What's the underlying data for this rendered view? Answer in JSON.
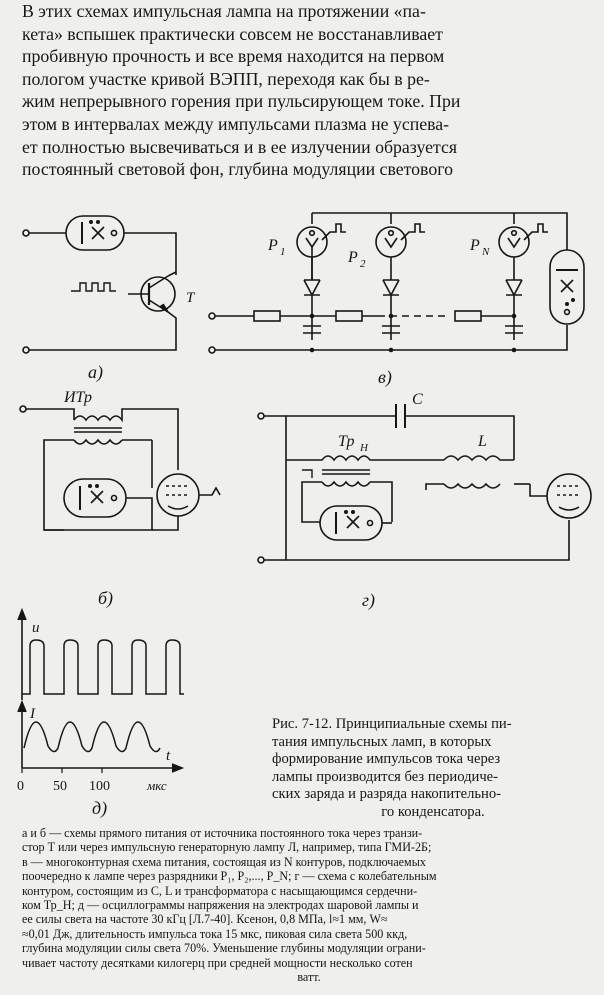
{
  "body_text": {
    "lines": [
      "В этих схемах импульсная лампа на протяжении «па-",
      "кета» вспышек практически совсем не восстанавливает",
      "пробивную прочность и все время находится на первом",
      "пологом участке кривой ВЭПП, переходя как бы в ре-",
      "жим непрерывного горения при пульсирующем токе. При",
      "этом в интервалах между импульсами плазма не успева-",
      "ет полностью высвечиваться и в ее излучении образуется",
      "постоянный световой фон, глубина модуляции светового"
    ]
  },
  "figure": {
    "panel_labels": {
      "a": "а)",
      "b": "б)",
      "v": "в)",
      "g": "г)",
      "d": "д)"
    },
    "labels": {
      "T": "T",
      "P1": "P",
      "P1_sub": "1",
      "P2": "P",
      "P2_sub": "2",
      "PN": "P",
      "PN_sub": "N",
      "ITr": "ИТр",
      "C": "C",
      "TrN": "Тр",
      "TrN_sub": "Н",
      "L": "L"
    },
    "oscillogram": {
      "u_label": "u",
      "i_label": "I",
      "t_label": "t",
      "unit_label": "мкс",
      "ticks": [
        "0",
        "50",
        "100"
      ]
    }
  },
  "caption": {
    "lines": [
      "Рис. 7-12. Принципиальные схемы пи-",
      "тания импульсных ламп, в которых",
      "формирование импульсов тока через",
      "лампы производится без периодиче-",
      "ских заряда и разряда накопительно-",
      "го конденсатора."
    ]
  },
  "legend": {
    "lines": [
      "а и б — схемы прямого питания от источника постоянного тока через транзи-",
      "стор Т или через импульсную генераторную лампу Л, например, типа ГМИ-2Б;",
      "в — многоконтурная схема питания, состоящая из N контуров, подключаемых",
      "поочередно к лампе через разрядники P₁, P₂,..., P_N; г — схема с колебательным",
      "контуром, состоящим из C, L и трансформатора с насыщающимся сердечни-",
      "ком Тр_Н; д — осциллограммы напряжения на электродах шаровой лампы и",
      "ее силы света на частоте 30 кГц [Л.7-40]. Ксенон, 0,8 МПа, l≈1 мм, W≈",
      "≈0,01 Дж, длительность импульса тока 15 мкс, пиковая сила света 500 ккд,",
      "глубина модуляции силы света 70%. Уменьшение глубины модуляции ограни-",
      "чивает частоту десятками килогерц при средней мощности несколько сотен",
      "ватт."
    ]
  }
}
